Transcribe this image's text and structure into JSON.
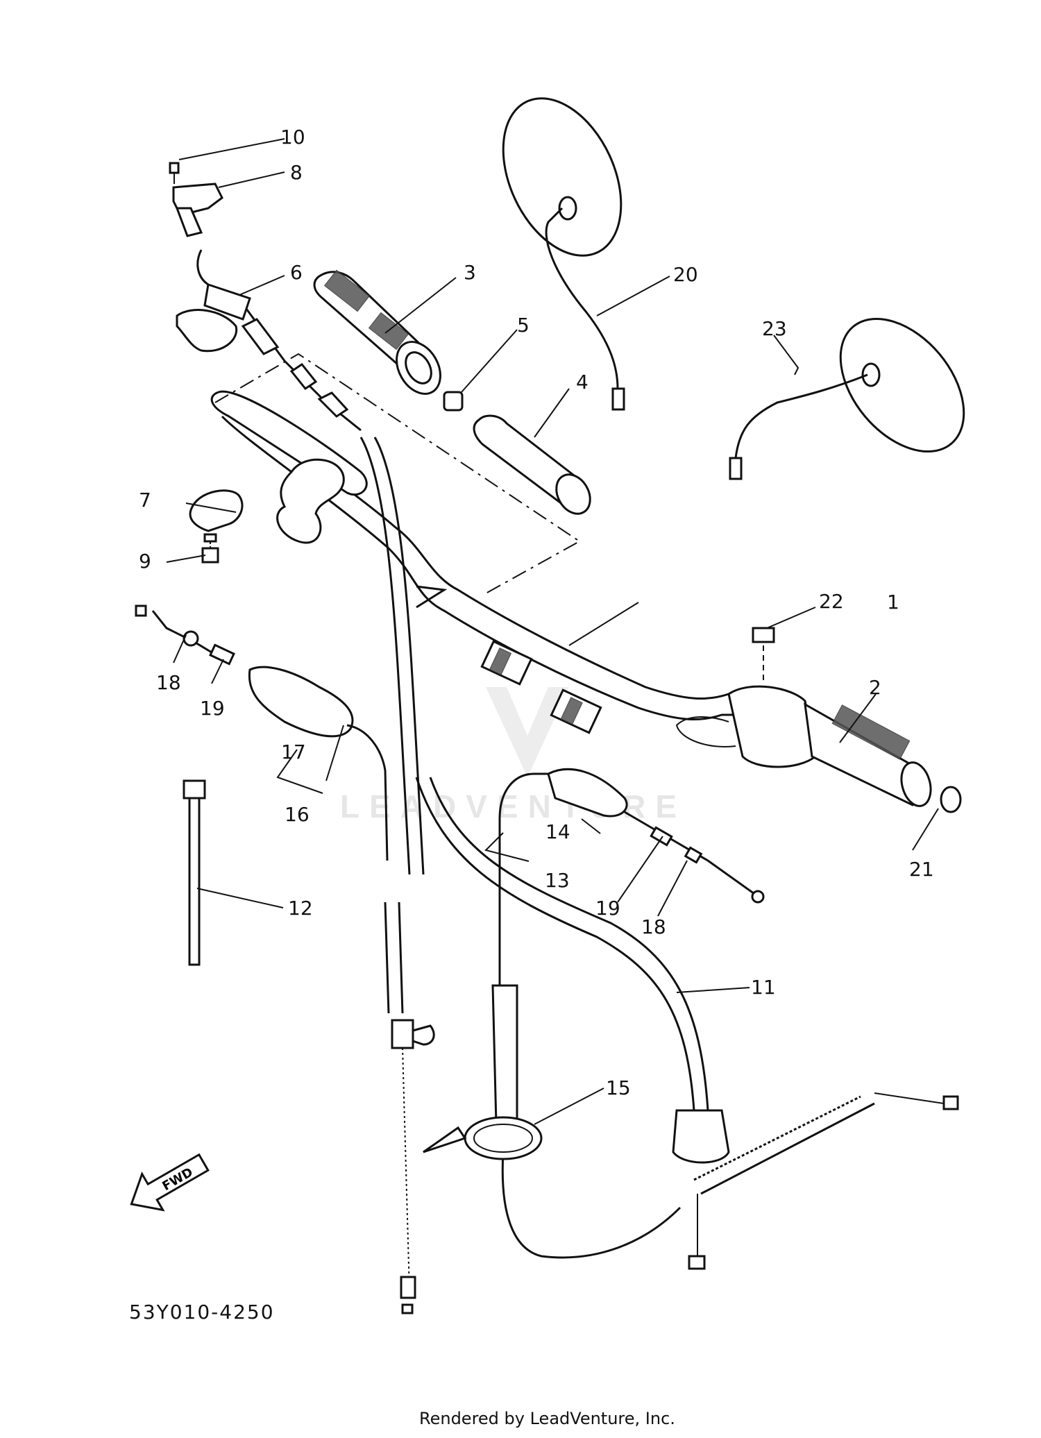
{
  "diagram": {
    "reference_code": "53Y010-4250",
    "watermark": "LEADVENTURE",
    "footer": "Rendered by LeadVenture, Inc.",
    "fwd_label": "FWD",
    "callouts": [
      "1",
      "2",
      "3",
      "4",
      "5",
      "6",
      "7",
      "8",
      "9",
      "10",
      "11",
      "12",
      "13",
      "14",
      "15",
      "16",
      "17",
      "18",
      "19",
      "18",
      "19",
      "20",
      "21",
      "22",
      "23"
    ]
  }
}
